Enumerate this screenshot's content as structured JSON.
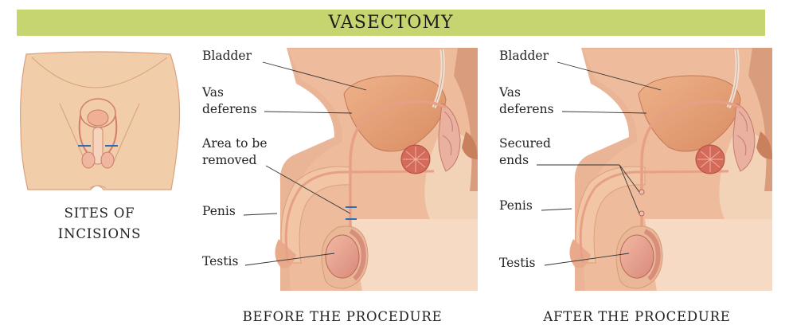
{
  "title": "VASECTOMY",
  "panels": [
    {
      "caption": "SITES OF\nINCISIONS"
    },
    {
      "caption": "BEFORE THE PROCEDURE",
      "labels": {
        "bladder": "Bladder",
        "vas": "Vas\ndeferens",
        "area": "Area to be\nremoved",
        "penis": "Penis",
        "testis": "Testis"
      }
    },
    {
      "caption": "AFTER THE PROCEDURE",
      "labels": {
        "bladder": "Bladder",
        "vas": "Vas\ndeferens",
        "secured": "Secured\nends",
        "penis": "Penis",
        "testis": "Testis"
      }
    }
  ],
  "colors": {
    "title_bar": "#c6d56f",
    "skin": "#f1cda9",
    "skin_shadow": "#e5b08c",
    "body_section": "#e9b596",
    "inner_tissue": "#f4d6bc",
    "bladder": "#e6a076",
    "vas": "#e7a086",
    "incision_mark": "#2a6db8",
    "leader_line": "#333333"
  }
}
